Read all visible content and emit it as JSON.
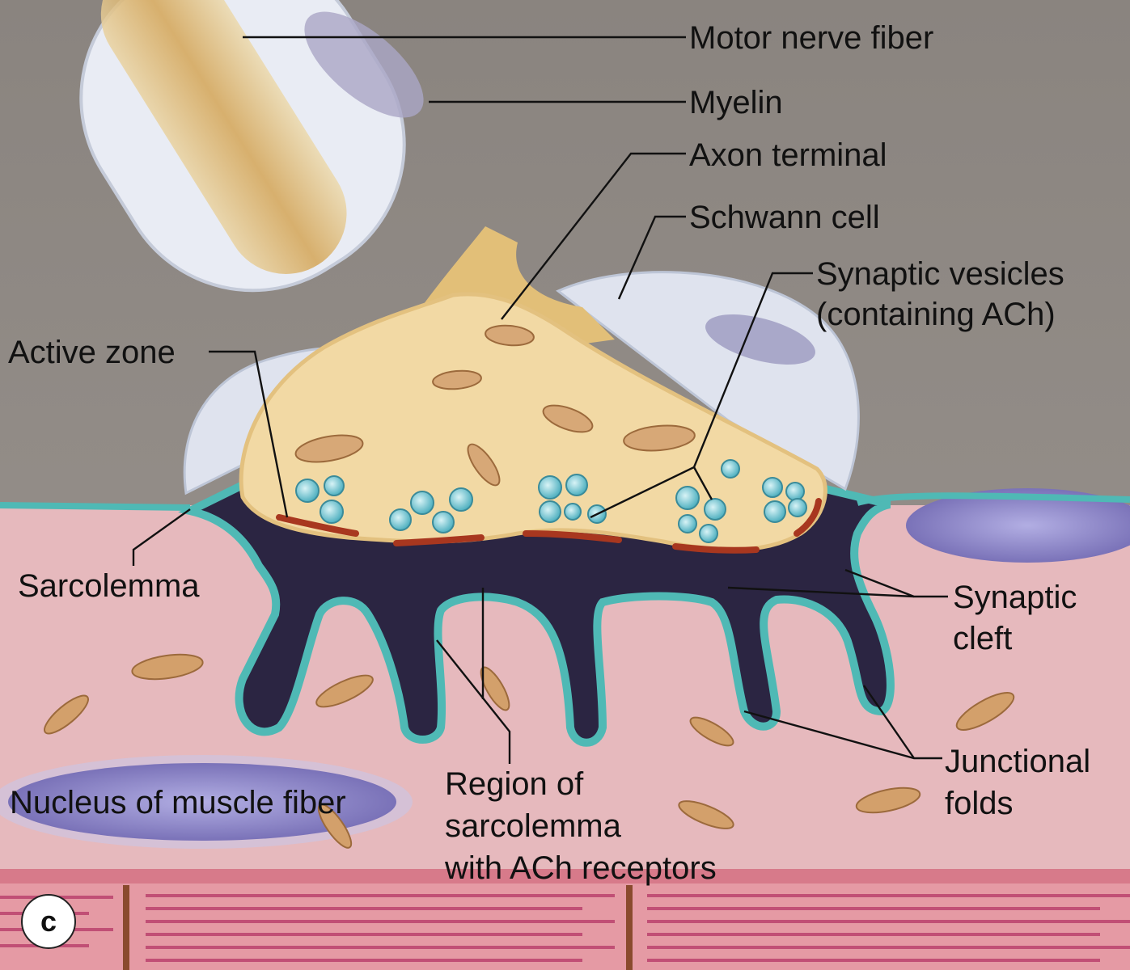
{
  "labels": {
    "motor_nerve_fiber": "Motor nerve fiber",
    "myelin": "Myelin",
    "axon_terminal": "Axon terminal",
    "schwann_cell": "Schwann cell",
    "synaptic_vesicles_line1": "Synaptic vesicles",
    "synaptic_vesicles_line2": "(containing ACh)",
    "active_zone": "Active zone",
    "sarcolemma": "Sarcolemma",
    "synaptic_cleft_line1": "Synaptic",
    "synaptic_cleft_line2": "cleft",
    "junctional_folds_line1": "Junctional",
    "junctional_folds_line2": "folds",
    "nucleus": "Nucleus of muscle fiber",
    "region_line1": "Region of",
    "region_line2": "sarcolemma",
    "region_line3": "with ACh receptors"
  },
  "panel_letter": "c",
  "colors": {
    "background": "#8f8983",
    "muscle": "#e4b6ba",
    "sarcolemma": "#4fb9b5",
    "cleft": "#2b2542",
    "axon": "#f2d9a4",
    "schwann": "#dfe3ee",
    "vesicle": "#66c3cf",
    "active_zone": "#a8371f",
    "mitochondria": "#d3a06b",
    "nucleus": "#8d86c8",
    "myofibril": "#c95c7c"
  }
}
